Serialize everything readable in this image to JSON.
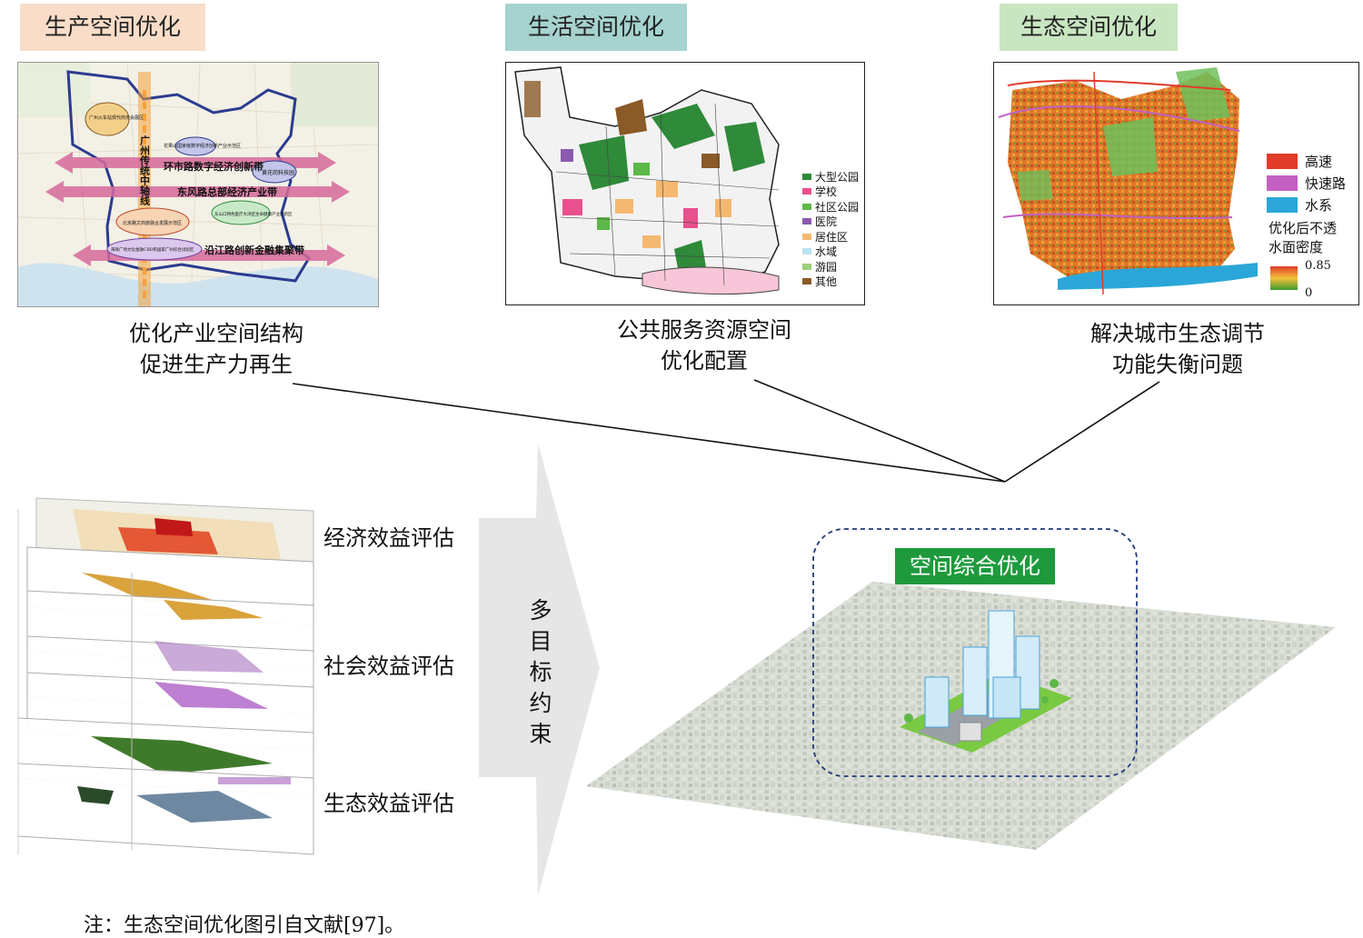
{
  "top_sections": [
    {
      "title": "生产空间优化",
      "tag_color": "#f9ddc8",
      "caption_lines": [
        "优化产业空间结构",
        "促进生产力再生"
      ],
      "map_labels": {
        "axis": "广州传统中轴线",
        "band1": "环市路数字经济创新带",
        "band2": "东风路总部经济产业带",
        "band3": "沿江路创新金融集聚带",
        "zone1": "广州火车站现代商务会展区",
        "zone2": "花果山国家级数字经济创新产业示范区",
        "zone3": "黄花岗科技园",
        "zone4": "北京路文商旅融合发展示范区",
        "zone5": "东山口特色医疗大湾区生命健康产业创新区",
        "zone6": "海珠广场文化金融CBD和国家广州综合试验区"
      }
    },
    {
      "title": "生活空间优化",
      "tag_color": "#a6d3cf",
      "caption_lines": [
        "公共服务资源空间",
        "优化配置"
      ],
      "legend": [
        {
          "label": "大型公园",
          "color": "#2f8a3a"
        },
        {
          "label": "学校",
          "color": "#e8508e"
        },
        {
          "label": "社区公园",
          "color": "#5cb848"
        },
        {
          "label": "医院",
          "color": "#8a5bb0"
        },
        {
          "label": "居住区",
          "color": "#f4b870"
        },
        {
          "label": "水域",
          "color": "#b9e3f2"
        },
        {
          "label": "游园",
          "color": "#9ccf7a"
        },
        {
          "label": "其他",
          "color": "#8a5a28"
        }
      ]
    },
    {
      "title": "生态空间优化",
      "tag_color": "#c9e6c2",
      "caption_lines": [
        "解决城市生态调节",
        "功能失衡问题"
      ],
      "legend": [
        {
          "label": "高速",
          "color": "#e23b2a"
        },
        {
          "label": "快速路",
          "color": "#c261c2"
        },
        {
          "label": "水系",
          "color": "#2aa7d8"
        }
      ],
      "gradient_title_lines": [
        "优化后不透",
        "水面密度"
      ],
      "gradient_max": "0.85",
      "gradient_min": "0"
    }
  ],
  "evaluations": [
    "经济效益评估",
    "社会效益评估",
    "生态效益评估"
  ],
  "constraint_chars": [
    "多",
    "目",
    "标",
    "约",
    "束"
  ],
  "integrated_label": "空间综合优化",
  "note": "注：生态空间优化图引自文献[97]。",
  "colors": {
    "line": "#111111",
    "dashed_box": "#1f3a7a",
    "integrated_green": "#1e9a3c",
    "arrow_gray": "#e6e6e6",
    "band_pink": "#d66a9a",
    "axis_orange": "#f4a23a"
  }
}
